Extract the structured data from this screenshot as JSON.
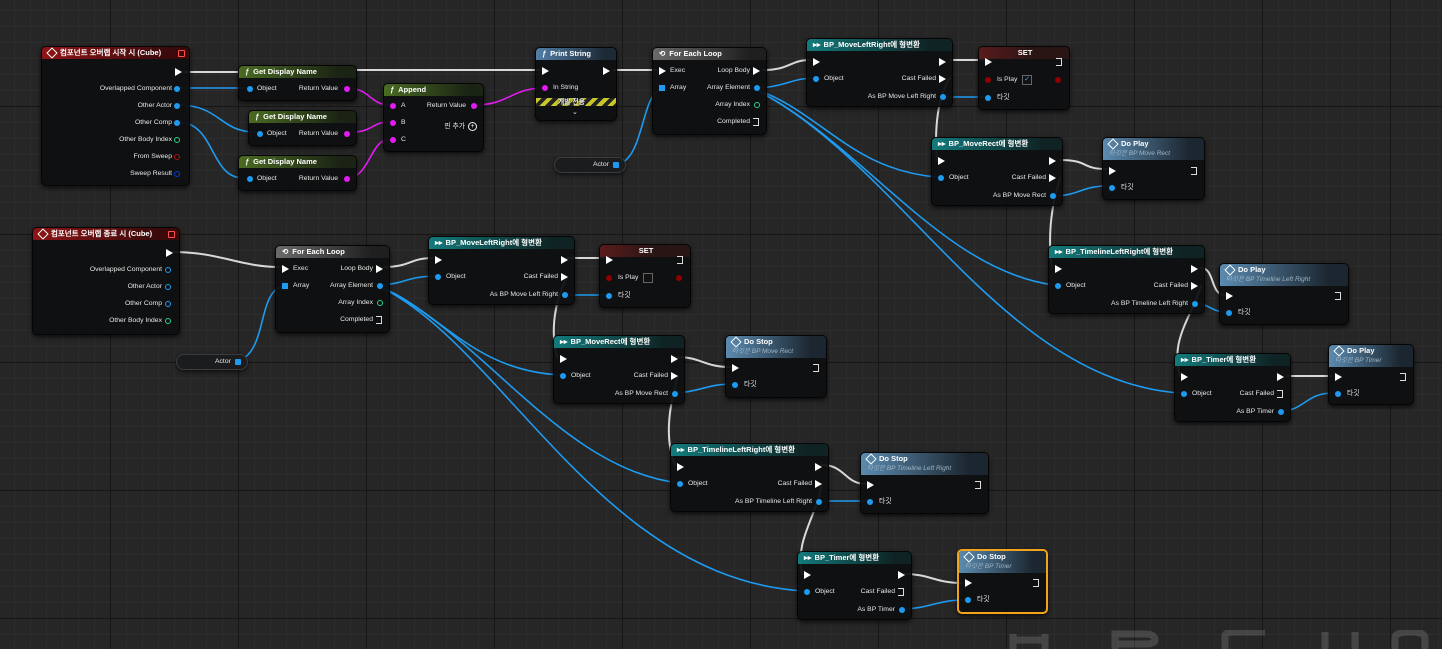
{
  "app": "Unreal Engine Blueprint Editor - Event Graph",
  "colors": {
    "exec": "#ffffff",
    "object_pin": "#1e9bf0",
    "string_pin": "#e21cf0",
    "int_pin": "#27d489",
    "bool_pin": "#8f0000",
    "struct_pin": "#0040d0",
    "selection": "#f1a31c"
  },
  "nodes": {
    "begin_overlap": {
      "title": "컴포넌트 오버랩 시작 시 (Cube)",
      "pins": [
        "Overlapped Component",
        "Other Actor",
        "Other Comp",
        "Other Body Index",
        "From Sweep",
        "Sweep Result"
      ]
    },
    "end_overlap": {
      "title": "컴포넌트 오버랩 종료 시 (Cube)",
      "pins": [
        "Overlapped Component",
        "Other Actor",
        "Other Comp",
        "Other Body Index"
      ]
    },
    "get_display_name": {
      "title": "Get Display Name",
      "in": "Object",
      "out": "Return Value"
    },
    "append": {
      "title": "Append",
      "a": "A",
      "b": "B",
      "c": "C",
      "out": "Return Value",
      "add_pin": "핀 추가"
    },
    "print_string": {
      "title": "Print String",
      "in_string": "In String",
      "dev_only": "개발 전용"
    },
    "for_each": {
      "title": "For Each Loop",
      "exec": "Exec",
      "array": "Array",
      "loop_body": "Loop Body",
      "element": "Array Element",
      "index": "Array Index",
      "completed": "Completed"
    },
    "cast_suffix": "에 형변환",
    "cast_object": "Object",
    "cast_failed": "Cast Failed",
    "casts": {
      "move_left_right": {
        "title": "BP_MoveLeftRight",
        "out": "As BP Move Left Right"
      },
      "move_rect": {
        "title": "BP_MoveRect",
        "out": "As BP Move Rect"
      },
      "timeline": {
        "title": "BP_TimelineLeftRight",
        "out": "As BP Timeline Left Right"
      },
      "timer": {
        "title": "BP_Timer",
        "out": "As BP Timer"
      }
    },
    "set_node": {
      "title": "SET",
      "var": "Is Play",
      "target": "타깃",
      "checked_top": true,
      "checked_bottom": false
    },
    "reroute_label": "Actor",
    "do_play": "Do Play",
    "do_stop": "Do Stop",
    "target": "타깃",
    "target_is": "타깃은",
    "subtitles": {
      "move_rect": "BP Move Rect",
      "timeline": "BP Timeline Left Right",
      "timer": "BP Timer"
    }
  }
}
